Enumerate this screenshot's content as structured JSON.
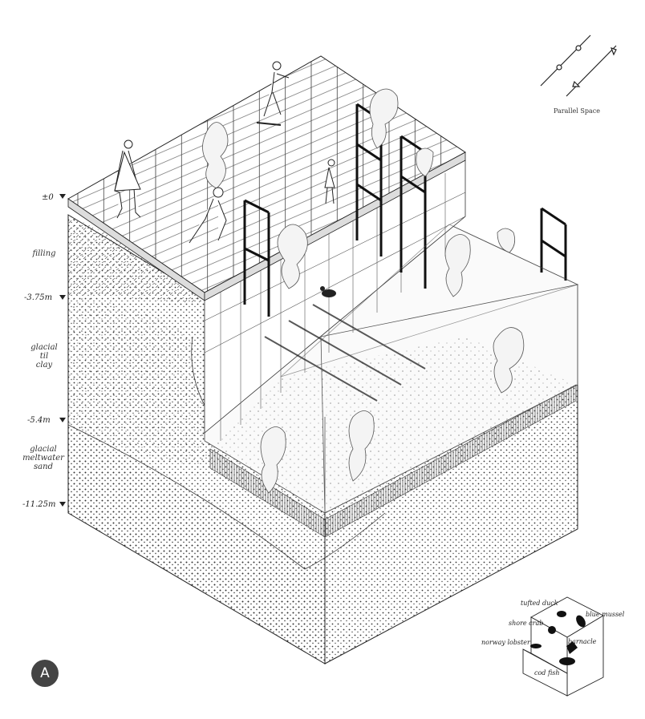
{
  "parallel_space": {
    "title": "Parallel Space"
  },
  "depths": [
    {
      "label": "±0"
    },
    {
      "label": "-3.75m"
    },
    {
      "label": "-5.4m"
    },
    {
      "label": "-11.25m"
    }
  ],
  "strata": [
    {
      "lines": [
        "filling"
      ]
    },
    {
      "lines": [
        "glacial",
        "til",
        "clay"
      ]
    },
    {
      "lines": [
        "glacial",
        "meltwater",
        "sand"
      ]
    }
  ],
  "species": [
    {
      "label": "tufted duck"
    },
    {
      "label": "blue mussel"
    },
    {
      "label": "shore crab"
    },
    {
      "label": "barnacle"
    },
    {
      "label": "norway lobster"
    },
    {
      "label": "cod fish"
    }
  ],
  "badge": {
    "label": "A"
  }
}
